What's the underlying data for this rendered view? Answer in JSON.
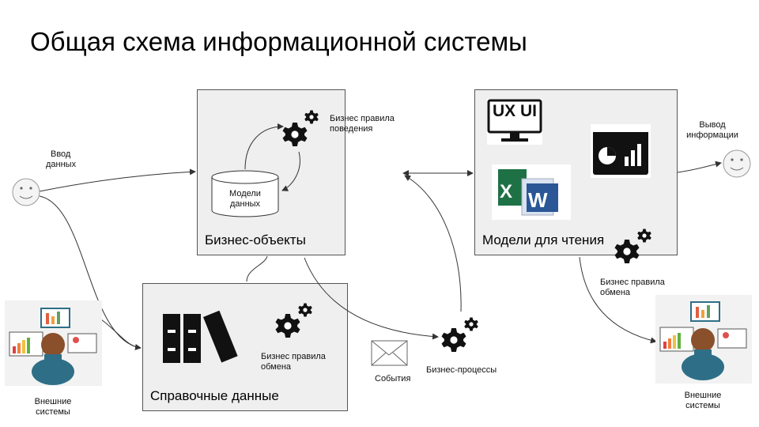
{
  "title": "Общая схема информационной системы",
  "nodes": {
    "business_objects": "Бизнес-объекты",
    "reference_data": "Справочные данные",
    "read_models": "Модели для чтения",
    "data_models": [
      "Модели",
      "данных"
    ]
  },
  "labels": {
    "input_data": [
      "Ввод",
      "данных"
    ],
    "output_info": [
      "Вывод",
      "информации"
    ],
    "behavior_rules": [
      "Бизнес правила",
      "поведения"
    ],
    "exchange_rules_ref": [
      "Бизнес правила",
      "обмена"
    ],
    "exchange_rules_read": [
      "Бизнес правила",
      "обмена"
    ],
    "events": "События",
    "business_processes": "Бизнес-процессы",
    "external_left": [
      "Внешние",
      "системы"
    ],
    "external_right": [
      "Внешние",
      "системы"
    ],
    "ux_ui": "UX UI"
  },
  "icons": [
    "gear-icon",
    "database-icon",
    "smiley-icon",
    "envelope-icon",
    "binder-icon",
    "dashboard-icon",
    "excel-icon",
    "word-icon",
    "monitor-icon",
    "person-computer-icon"
  ],
  "colors": {
    "box_fill": "#efefef",
    "box_border": "#555555",
    "person_shirt": "#2e6f87",
    "person_skin": "#8a4f2b",
    "word_blue": "#2b5797",
    "excel_green": "#1e7145"
  }
}
